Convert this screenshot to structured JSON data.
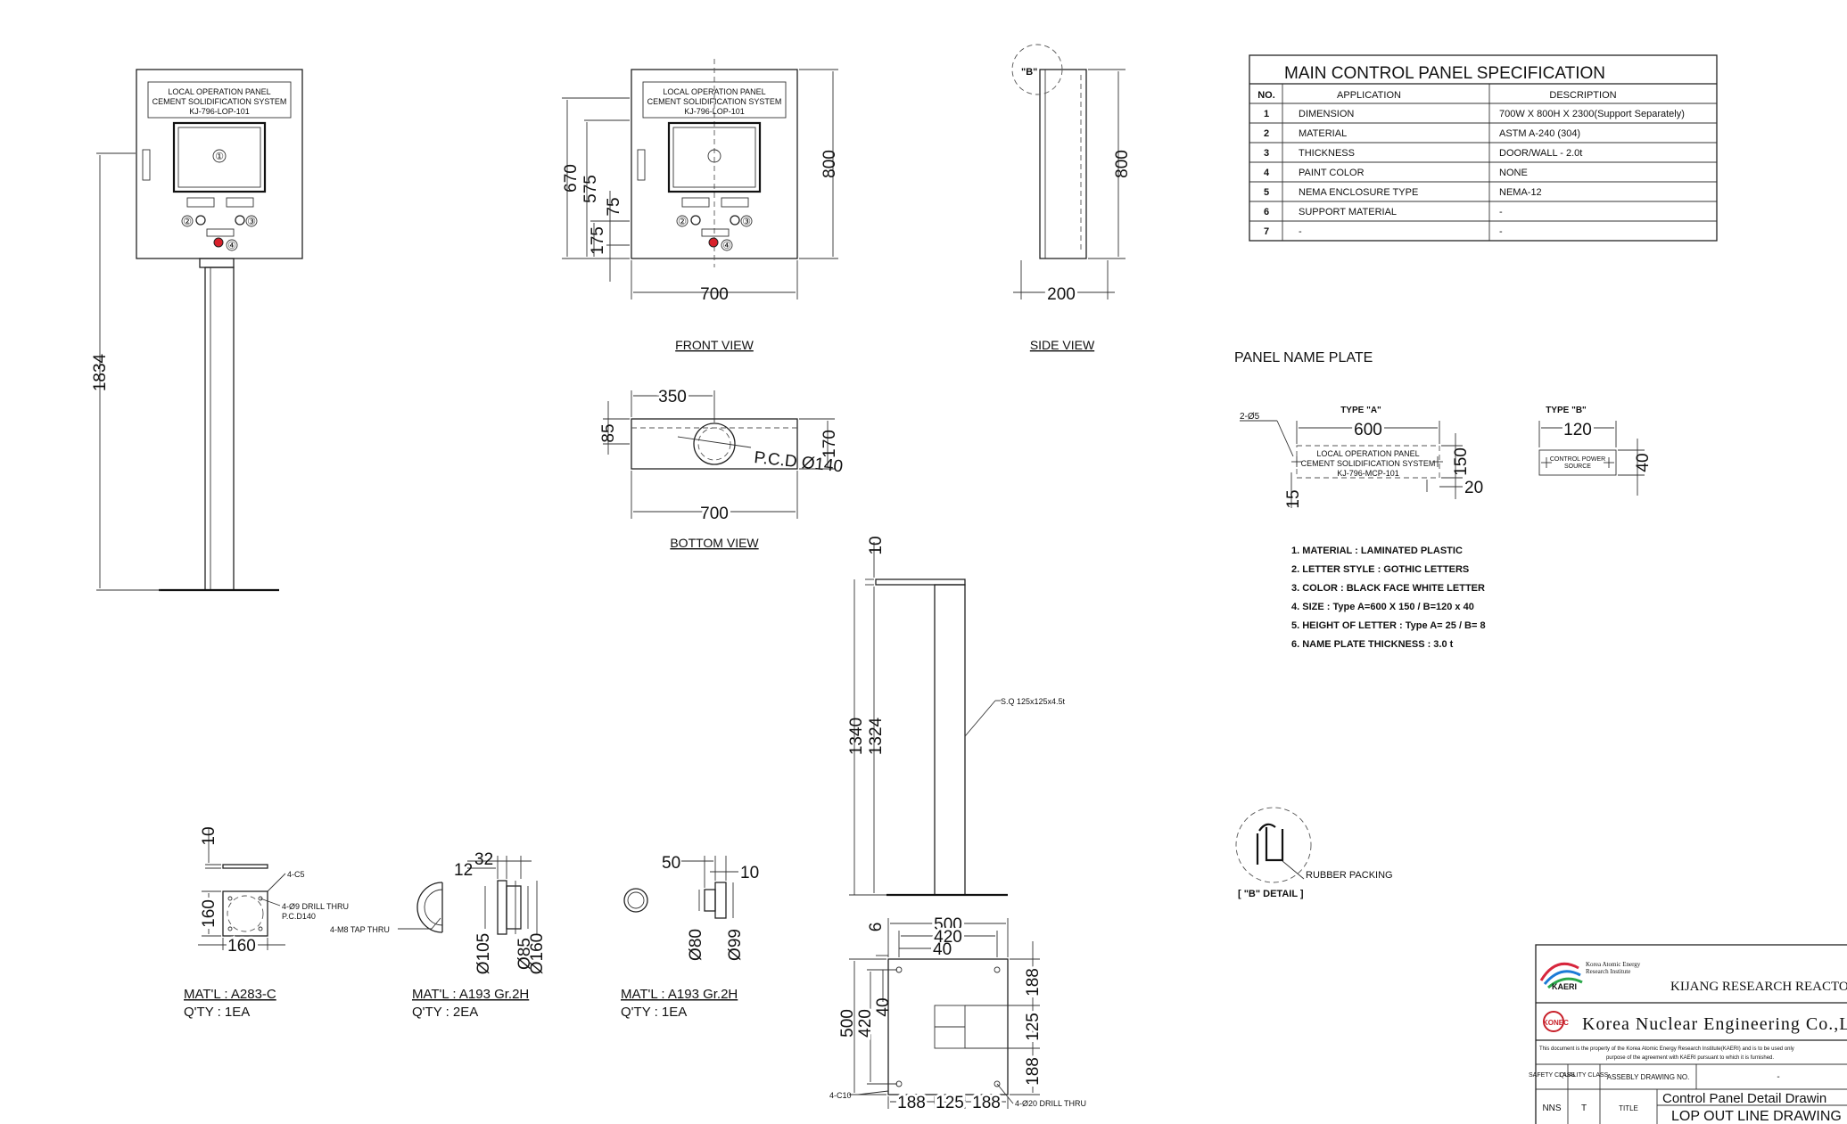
{
  "panel_plate": {
    "line1": "LOCAL OPERATION PANEL",
    "line2": "CEMENT SOLIDIFICATION SYSTEM",
    "line3": "KJ-796-LOP-101"
  },
  "callouts": [
    "①",
    "②",
    "③",
    "④"
  ],
  "views": {
    "front": "FRONT VIEW",
    "side": "SIDE VIEW",
    "bottom": "BOTTOM VIEW",
    "b_marker": "\"B\"",
    "b_detail": "[ \"B\" DETAIL ]",
    "rubber_packing": "RUBBER PACKING"
  },
  "dims": {
    "overall_height": "1834",
    "front_670": "670",
    "front_575": "575",
    "front_175": "175",
    "front_75": "75",
    "front_800": "800",
    "front_700": "700",
    "side_800": "800",
    "side_200": "200",
    "bottom_350": "350",
    "bottom_85": "85",
    "bottom_170": "170",
    "bottom_pcd": "P.C.D Ø140",
    "bottom_700": "700",
    "post_10": "10",
    "post_1340": "1340",
    "post_1324": "1324",
    "post_sq": "S.Q 125x125x4.5t",
    "base_6": "6",
    "base_500": "500",
    "base_420": "420",
    "base_40": "40",
    "base_500v": "500",
    "base_420v": "420",
    "base_40v": "40",
    "base_188a": "188",
    "base_125": "125",
    "base_188b": "188",
    "base_r188a": "188",
    "base_r125": "125",
    "base_r188b": "188",
    "base_c10": "4-C10",
    "base_drill": "4-Ø20 DRILL THRU"
  },
  "parts": [
    {
      "dims": [
        "10",
        "160",
        "160"
      ],
      "notes": [
        "4-C5",
        "4-Ø9 DRILL THRU",
        "P.C.D140"
      ],
      "mat": "MAT'L : A283-C",
      "qty": "Q'TY : 1EA"
    },
    {
      "dims": [
        "12",
        "32",
        "Ø105",
        "Ø85",
        "Ø160"
      ],
      "notes": [
        "4-M8 TAP THRU"
      ],
      "mat": "MAT'L : A193 Gr.2H",
      "qty": "Q'TY : 2EA"
    },
    {
      "dims": [
        "50",
        "10",
        "Ø80",
        "Ø99"
      ],
      "notes": [],
      "mat": "MAT'L : A193 Gr.2H",
      "qty": "Q'TY : 1EA"
    }
  ],
  "spec_table": {
    "title": "MAIN CONTROL PANEL SPECIFICATION",
    "headers": [
      "NO.",
      "APPLICATION",
      "DESCRIPTION"
    ],
    "rows": [
      [
        "1",
        "DIMENSION",
        "700W X 800H X 2300(Support Separately)"
      ],
      [
        "2",
        "MATERIAL",
        "ASTM A-240 (304)"
      ],
      [
        "3",
        "THICKNESS",
        "DOOR/WALL - 2.0t"
      ],
      [
        "4",
        "PAINT COLOR",
        "NONE"
      ],
      [
        "5",
        "NEMA ENCLOSURE TYPE",
        "NEMA-12"
      ],
      [
        "6",
        "SUPPORT MATERIAL",
        "-"
      ],
      [
        "7",
        "-",
        "-"
      ]
    ]
  },
  "nameplate": {
    "heading": "PANEL NAME PLATE",
    "type_a": "TYPE \"A\"",
    "type_b": "TYPE \"B\"",
    "hole_note": "2-Ø5",
    "a_width": "600",
    "a_height": "150",
    "a_20": "20",
    "a_15": "15",
    "a_line1": "LOCAL OPERATION PANEL",
    "a_line2": "CEMENT SOLIDIFICATION SYSTEM",
    "a_line3": "KJ-796-MCP-101",
    "b_width": "120",
    "b_height": "40",
    "b_line1": "CONTROL POWER",
    "b_line2": "SOURCE",
    "notes": [
      "1. MATERIAL : LAMINATED PLASTIC",
      "2. LETTER STYLE : GOTHIC LETTERS",
      "3. COLOR : BLACK FACE WHITE LETTER",
      "4. SIZE : Type A=600 X 150 / B=120 x 40",
      "5. HEIGHT OF LETTER : Type A= 25 / B= 8",
      "6. NAME PLATE THICKNESS : 3.0 t"
    ]
  },
  "title_block": {
    "institute_line1": "Korea Atomic Energy",
    "institute_line2": "Research Institute",
    "kaeri": "KAERI",
    "project": "KIJANG RESEARCH REACTO",
    "konec": "KONEC",
    "company": "Korea Nuclear Engineering Co.,Lt",
    "disclaimer1": "This document is the property of the Korea Atomic Energy Research Institute(KAERI) and is to be used only",
    "disclaimer2": "purpose of the agreement with KAERI pursuant to which it is furnished.",
    "safety_class_hdr": "SAFETY CLASS",
    "quality_class_hdr": "QUALITY CLASS",
    "assembly_hdr": "ASSEBLY DRAWING NO.",
    "assembly_val": "-",
    "safety_val": "NNS",
    "quality_val": "T",
    "title_hdr": "TITLE",
    "title1": "Control Panel Detail Drawin",
    "title2": "LOP OUT LINE DRAWING"
  },
  "colors": {
    "line": "#222222",
    "emergency_button": "#d8202a",
    "screen": "#cfcfcf"
  }
}
